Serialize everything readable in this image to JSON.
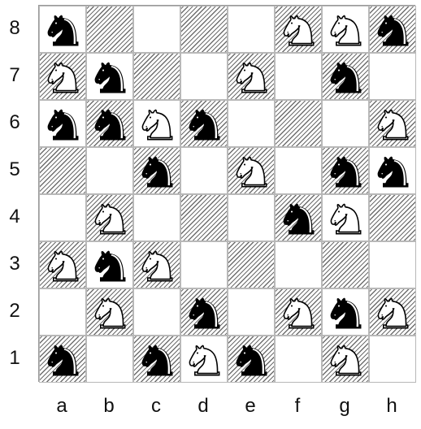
{
  "board": {
    "files": [
      "a",
      "b",
      "c",
      "d",
      "e",
      "f",
      "g",
      "h"
    ],
    "ranks": [
      "8",
      "7",
      "6",
      "5",
      "4",
      "3",
      "2",
      "1"
    ],
    "squares": [
      {
        "square": "a8",
        "piece": "black-knight"
      },
      {
        "square": "b8",
        "piece": ""
      },
      {
        "square": "c8",
        "piece": ""
      },
      {
        "square": "d8",
        "piece": ""
      },
      {
        "square": "e8",
        "piece": ""
      },
      {
        "square": "f8",
        "piece": "white-knight"
      },
      {
        "square": "g8",
        "piece": "white-knight"
      },
      {
        "square": "h8",
        "piece": "black-knight"
      },
      {
        "square": "a7",
        "piece": "white-knight"
      },
      {
        "square": "b7",
        "piece": "black-knight"
      },
      {
        "square": "c7",
        "piece": ""
      },
      {
        "square": "d7",
        "piece": ""
      },
      {
        "square": "e7",
        "piece": "white-knight"
      },
      {
        "square": "f7",
        "piece": ""
      },
      {
        "square": "g7",
        "piece": "black-knight"
      },
      {
        "square": "h7",
        "piece": ""
      },
      {
        "square": "a6",
        "piece": "black-knight"
      },
      {
        "square": "b6",
        "piece": "black-knight"
      },
      {
        "square": "c6",
        "piece": "white-knight"
      },
      {
        "square": "d6",
        "piece": "black-knight"
      },
      {
        "square": "e6",
        "piece": ""
      },
      {
        "square": "f6",
        "piece": ""
      },
      {
        "square": "g6",
        "piece": ""
      },
      {
        "square": "h6",
        "piece": "white-knight"
      },
      {
        "square": "a5",
        "piece": ""
      },
      {
        "square": "b5",
        "piece": ""
      },
      {
        "square": "c5",
        "piece": "black-knight"
      },
      {
        "square": "d5",
        "piece": ""
      },
      {
        "square": "e5",
        "piece": "white-knight"
      },
      {
        "square": "f5",
        "piece": ""
      },
      {
        "square": "g5",
        "piece": "black-knight"
      },
      {
        "square": "h5",
        "piece": "black-knight"
      },
      {
        "square": "a4",
        "piece": ""
      },
      {
        "square": "b4",
        "piece": "white-knight"
      },
      {
        "square": "c4",
        "piece": ""
      },
      {
        "square": "d4",
        "piece": ""
      },
      {
        "square": "e4",
        "piece": ""
      },
      {
        "square": "f4",
        "piece": "black-knight"
      },
      {
        "square": "g4",
        "piece": "white-knight"
      },
      {
        "square": "h4",
        "piece": ""
      },
      {
        "square": "a3",
        "piece": "white-knight"
      },
      {
        "square": "b3",
        "piece": "black-knight"
      },
      {
        "square": "c3",
        "piece": "white-knight"
      },
      {
        "square": "d3",
        "piece": ""
      },
      {
        "square": "e3",
        "piece": ""
      },
      {
        "square": "f3",
        "piece": ""
      },
      {
        "square": "g3",
        "piece": ""
      },
      {
        "square": "h3",
        "piece": ""
      },
      {
        "square": "a2",
        "piece": ""
      },
      {
        "square": "b2",
        "piece": "white-knight"
      },
      {
        "square": "c2",
        "piece": ""
      },
      {
        "square": "d2",
        "piece": "black-knight"
      },
      {
        "square": "e2",
        "piece": ""
      },
      {
        "square": "f2",
        "piece": "white-knight"
      },
      {
        "square": "g2",
        "piece": "black-knight"
      },
      {
        "square": "h2",
        "piece": "white-knight"
      },
      {
        "square": "a1",
        "piece": "black-knight"
      },
      {
        "square": "b1",
        "piece": ""
      },
      {
        "square": "c1",
        "piece": "black-knight"
      },
      {
        "square": "d1",
        "piece": "white-knight"
      },
      {
        "square": "e1",
        "piece": "black-knight"
      },
      {
        "square": "f1",
        "piece": ""
      },
      {
        "square": "g1",
        "piece": "white-knight"
      },
      {
        "square": "h1",
        "piece": ""
      }
    ]
  },
  "colors": {
    "light_square": "#ffffff",
    "dark_hatch": "#6e6e6e",
    "piece_black": "#000000",
    "piece_white": "#ffffff"
  }
}
